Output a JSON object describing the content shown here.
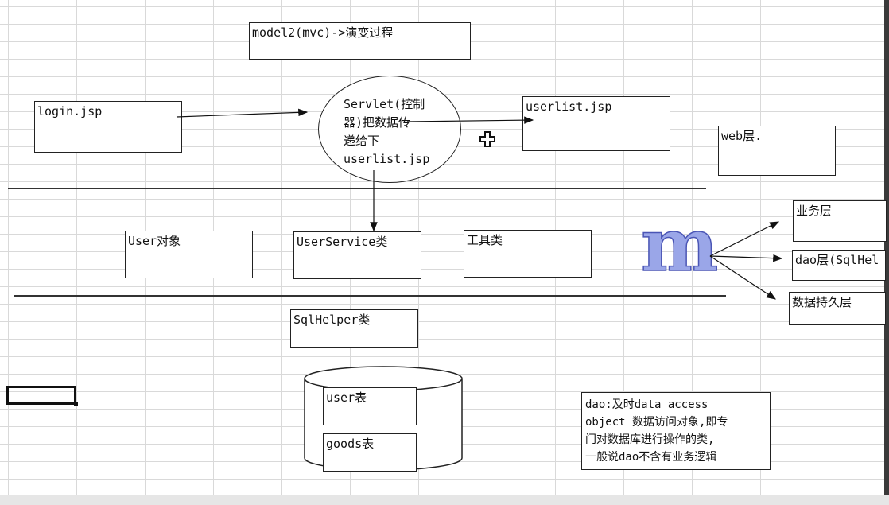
{
  "title_box": "model2(mvc)->演变过程",
  "login_box": "login.jsp",
  "servlet_text": "Servlet(控制\n器)把数据传\n递给下\nuserlist.jsp",
  "userlist_box": "userlist.jsp",
  "web_layer_box": "web层.",
  "user_object_box": "User对象",
  "userservice_box": "UserService类",
  "tools_box": "工具类",
  "sqlhelper_box": "SqlHelper类",
  "user_table_box": "user表",
  "goods_table_box": "goods表",
  "business_layer_box": "业务层",
  "dao_layer_box": "dao层(SqlHel",
  "persistence_layer_box": "数据持久层",
  "note_text": "dao:及时data access\nobject 数据访问对象,即专\n门对数据库进行操作的类,\n一般说dao不含有业务逻辑",
  "logo_letter": "m",
  "colors": {
    "logo_fill": "#9aa6e8",
    "logo_stroke": "#4a55b5",
    "grid": "#d9d9d9",
    "line": "#333333"
  }
}
